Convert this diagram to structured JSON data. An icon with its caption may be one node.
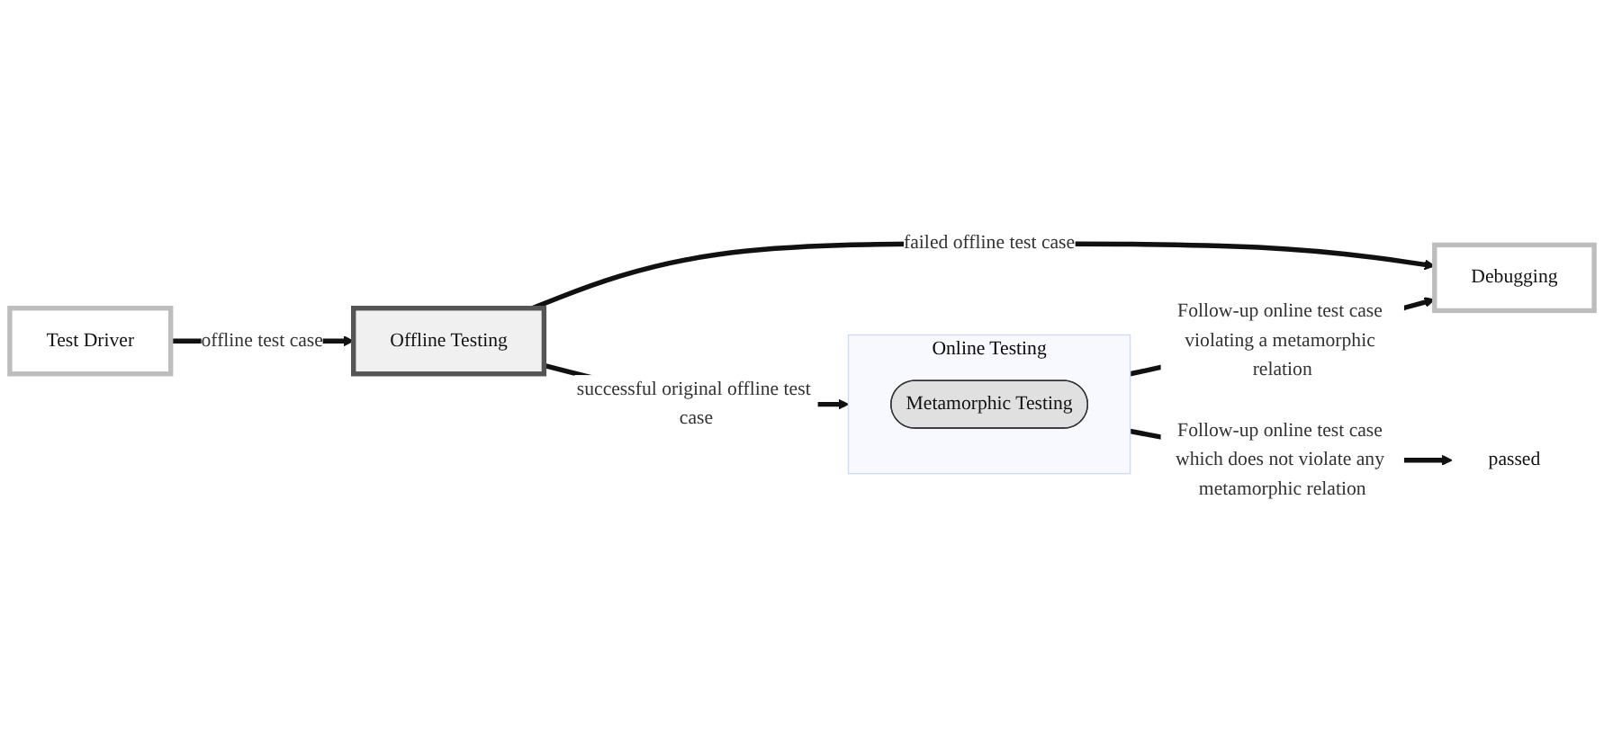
{
  "diagram": {
    "nodes": [
      {
        "text": [
          "Test Driver"
        ]
      },
      {
        "text": [
          "Offline Testing"
        ]
      },
      {
        "text": [
          "Debugging"
        ]
      },
      {
        "text": [
          "Online Testing"
        ]
      },
      {
        "text": [
          "Metamorphic Testing"
        ],
        "in": 3
      },
      {
        "text": [
          "passed"
        ]
      }
    ],
    "edges": [
      {
        "from": 0,
        "to": 1,
        "arrow": "to",
        "label": "offline test case"
      },
      {
        "from": 1,
        "to": 2,
        "arrow": "to",
        "label": "failed offline test case"
      },
      {
        "from": 1,
        "to": 3,
        "arrow": "to",
        "label": "successful original offline test case"
      },
      {
        "from": 3,
        "to": 2,
        "arrow": "to",
        "label": "Follow-up online test case violating a metamorphic relation"
      },
      {
        "from": 3,
        "to": 5,
        "arrow": "to",
        "label": "Follow-up online test case which does not violate any metamorphic relation"
      }
    ]
  }
}
